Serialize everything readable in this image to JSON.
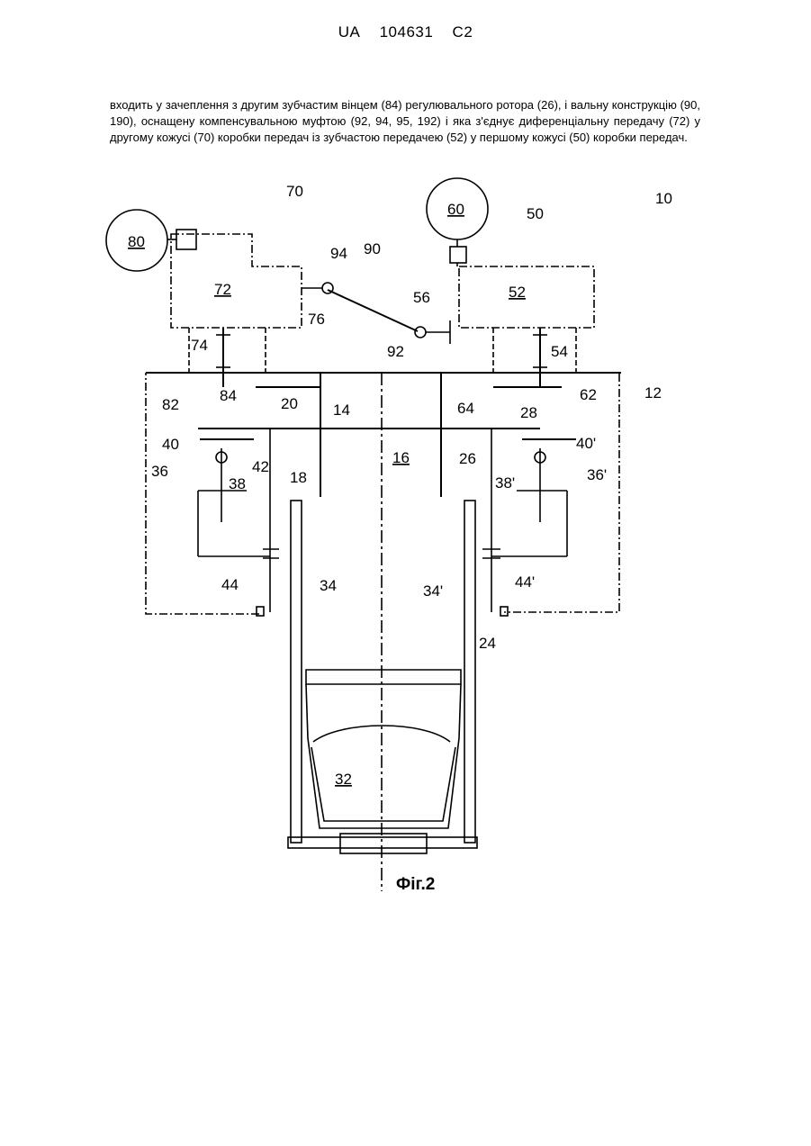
{
  "header": {
    "country": "UA",
    "number": "104631",
    "kind": "C2"
  },
  "paragraph": "входить у зачеплення з другим зубчастим вінцем (84) регулювального ротора (26), і вальну конструкцію (90, 190), оснащену компенсувальною муфтою (92, 94, 95, 192) і яка з'єднує диференціальну передачу (72) у другому кожусі (70) коробки передач із зубчастою передачею (52) у першому кожусі (50) коробки передач.",
  "figure": {
    "caption": "Фіг.2",
    "labels": {
      "l10": "10",
      "l12": "12",
      "l14": "14",
      "l16": "16",
      "l18": "18",
      "l20": "20",
      "l24": "24",
      "l26": "26",
      "l28": "28",
      "l32": "32",
      "l34": "34",
      "l34p": "34'",
      "l36": "36",
      "l36p": "36'",
      "l38": "38",
      "l38p": "38'",
      "l40": "40",
      "l40p": "40'",
      "l42": "42",
      "l44": "44",
      "l44p": "44'",
      "l50": "50",
      "l52": "52",
      "l54": "54",
      "l56": "56",
      "l60": "60",
      "l62": "62",
      "l64": "64",
      "l70": "70",
      "l72": "72",
      "l74": "74",
      "l76": "76",
      "l80": "80",
      "l82": "82",
      "l84": "84",
      "l90": "90",
      "l92": "92",
      "l94": "94"
    }
  }
}
